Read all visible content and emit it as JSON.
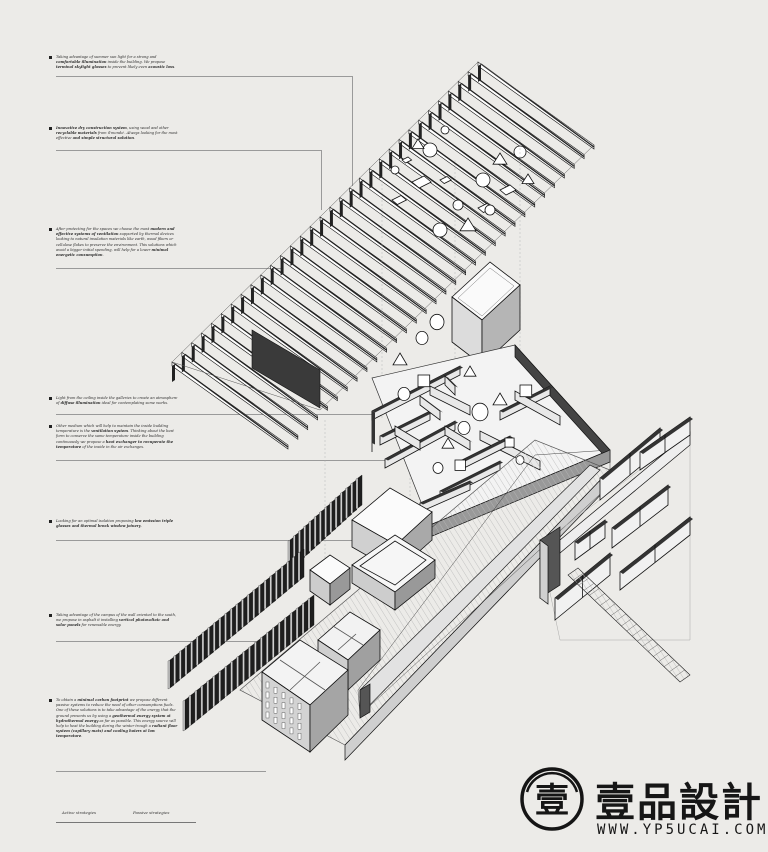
{
  "annotations": [
    {
      "id": "skylight",
      "parts": [
        {
          "t": "Taking advantage of summer sun light for a strong and ",
          "b": false
        },
        {
          "t": "comfortable illumination",
          "b": true
        },
        {
          "t": " inside the building. We propose ",
          "b": false
        },
        {
          "t": "terminal skylight glasses",
          "b": true
        },
        {
          "t": " to prevent likely even ",
          "b": false
        },
        {
          "t": "acoustic loss",
          "b": true
        },
        {
          "t": ".",
          "b": false
        }
      ]
    },
    {
      "id": "dry-construction",
      "parts": [
        {
          "t": "Innovative dry construction system",
          "b": true
        },
        {
          "t": ", using wood and other ",
          "b": false
        },
        {
          "t": "recyclable materials",
          "b": true
        },
        {
          "t": " from il'mondo'. Always looking for the most effective ",
          "b": false
        },
        {
          "t": "and simple structural solution",
          "b": true
        },
        {
          "t": ".",
          "b": false
        }
      ]
    },
    {
      "id": "ventilation",
      "parts": [
        {
          "t": "After protecting for the spaces we choose the most ",
          "b": false
        },
        {
          "t": "modern and effective systems of ventilation",
          "b": true
        },
        {
          "t": " supported by thermal devices looking to natural insulation materials like earth, wood fibers or cellulose flakes to preserve the environment. This solutions which avoid a bigger initial spending, will help for a lower ",
          "b": false
        },
        {
          "t": "minimal energetic consumption",
          "b": true
        },
        {
          "t": ".",
          "b": false
        }
      ]
    },
    {
      "id": "ceiling-light",
      "parts": [
        {
          "t": "Light from the ceiling inside the galleries to create an atmosphere of ",
          "b": false
        },
        {
          "t": "diffuse illumination",
          "b": true
        },
        {
          "t": " ideal for contemplating some works.",
          "b": false
        }
      ]
    },
    {
      "id": "heat-exchange",
      "parts": [
        {
          "t": "Other medium which will help to maintain the inside building temperature is the ",
          "b": false
        },
        {
          "t": "ventilation system",
          "b": true
        },
        {
          "t": ". Thinking about the best form to conserve the same temperature inside the building continuously we propose a ",
          "b": false
        },
        {
          "t": "heat exchanger to recuperate the temperature",
          "b": true
        },
        {
          "t": " of the inside in the air exchanges.",
          "b": false
        }
      ]
    },
    {
      "id": "glasses",
      "parts": [
        {
          "t": "Looking for an optimal isolation proposing ",
          "b": false
        },
        {
          "t": "low emission triple glasses and thermal break window joinery",
          "b": true
        },
        {
          "t": ".",
          "b": false
        }
      ]
    },
    {
      "id": "photovoltaic",
      "parts": [
        {
          "t": "Taking advantage of the campus of the wall oriented to the south, we propose in asphalt it installing ",
          "b": false
        },
        {
          "t": "vertical photovoltaic and solar panels",
          "b": true
        },
        {
          "t": " for renewable energy.",
          "b": false
        }
      ]
    },
    {
      "id": "geothermal",
      "parts": [
        {
          "t": "To obtain a ",
          "b": false
        },
        {
          "t": "minimal carbon footprint",
          "b": true
        },
        {
          "t": " we propose different passive systems to reduce the need of other consumptions fuels. One of these solutions is to take advantage of the energy that the ground presents us by using a ",
          "b": false
        },
        {
          "t": "geothermal energy system at hydrothermal energy",
          "b": true
        },
        {
          "t": " as far as possible. This energy source will help to heat the building during the winter trough a ",
          "b": false
        },
        {
          "t": "radiant floor system (capillary mats) and cooling hoiers at low temperature",
          "b": true
        },
        {
          "t": ".",
          "b": false
        }
      ]
    }
  ],
  "legend": {
    "active": "Active strategies",
    "passive": "Passive strategies"
  },
  "watermark": {
    "seal_char": "壹",
    "brand_cn": "壹品設計",
    "url": "WWW.YP5UCAI.COM"
  },
  "colors": {
    "background": "#ecebe8",
    "ink": "#1a1a1a",
    "leader": "#9a9a9a"
  }
}
